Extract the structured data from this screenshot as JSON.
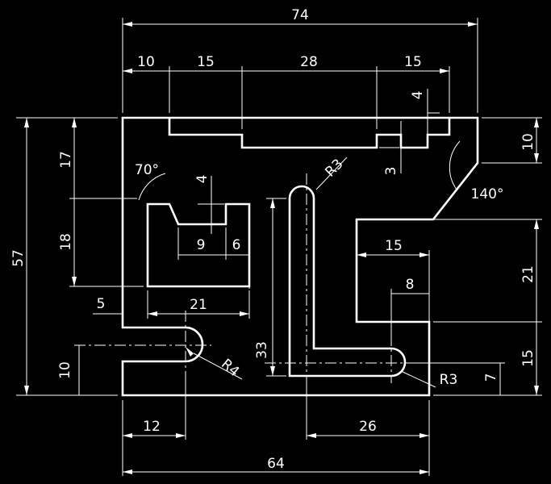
{
  "colors": {
    "background": "#000000",
    "lines": "#ffffff"
  },
  "dimensions": {
    "overall_width": "74",
    "top_left_10": "10",
    "top_15_a": "15",
    "top_28": "28",
    "top_15_b": "15",
    "notch_4": "4",
    "right_10": "10",
    "left_17": "17",
    "left_18": "18",
    "overall_height": "57",
    "angle_70": "70°",
    "pocket_4": "4",
    "pocket_9": "9",
    "pocket_6": "6",
    "slot_r3_top": "R3",
    "step_3": "3",
    "angle_140": "140°",
    "right_15": "15",
    "right_21": "21",
    "right_8": "8",
    "left_5": "5",
    "pocket_21": "21",
    "slot_33": "33",
    "slot_r4": "R4",
    "left_10": "10",
    "slot_r3_bottom": "R3",
    "right_7": "7",
    "right_15_b": "15",
    "bottom_12": "12",
    "bottom_26": "26",
    "overall_64": "64"
  }
}
